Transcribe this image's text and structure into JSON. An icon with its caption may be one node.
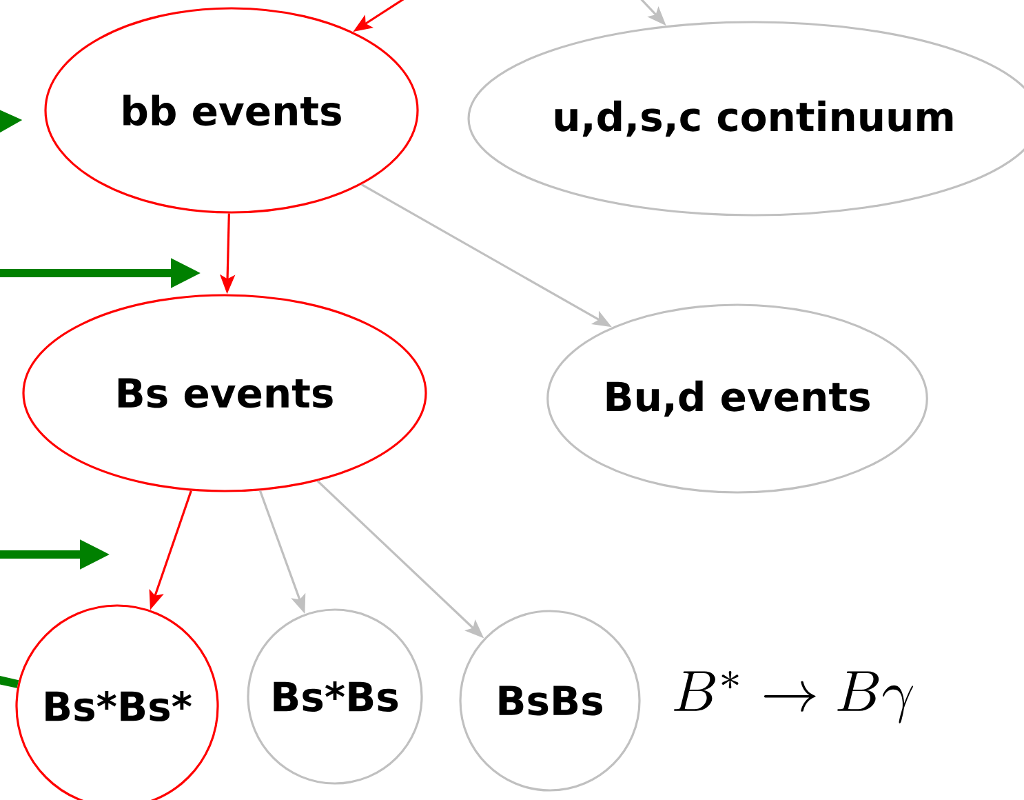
{
  "diagram": {
    "nodes": [
      {
        "text": [
          "bb events"
        ]
      },
      {
        "text": [
          "u,d,s,c continuum"
        ]
      },
      {
        "text": [
          "Bs events"
        ]
      },
      {
        "text": [
          "Bu,d events"
        ]
      },
      {
        "text": [
          "Bs*Bs*"
        ]
      },
      {
        "text": [
          "Bs*Bs"
        ]
      },
      {
        "text": [
          "BsBs"
        ]
      }
    ],
    "edges": [
      {
        "from": null,
        "to": 0,
        "arrow": "to",
        "color": "#ff0000"
      },
      {
        "from": null,
        "to": 1,
        "arrow": "to"
      },
      {
        "from": 0,
        "to": 2,
        "arrow": "to",
        "color": "#ff0000"
      },
      {
        "from": 0,
        "to": 3,
        "arrow": "to"
      },
      {
        "from": 2,
        "to": 4,
        "arrow": "to",
        "color": "#ff0000"
      },
      {
        "from": 2,
        "to": 5,
        "arrow": "to"
      },
      {
        "from": 2,
        "to": 6,
        "arrow": "to"
      },
      {
        "from": null,
        "to": 0,
        "arrow": "to",
        "style": "thick",
        "color": "#008000"
      },
      {
        "from": null,
        "to": 4,
        "arrow": "none",
        "style": "thick",
        "color": "#008000"
      }
    ],
    "labels": [
      "B^* \\to B\\gamma"
    ]
  }
}
